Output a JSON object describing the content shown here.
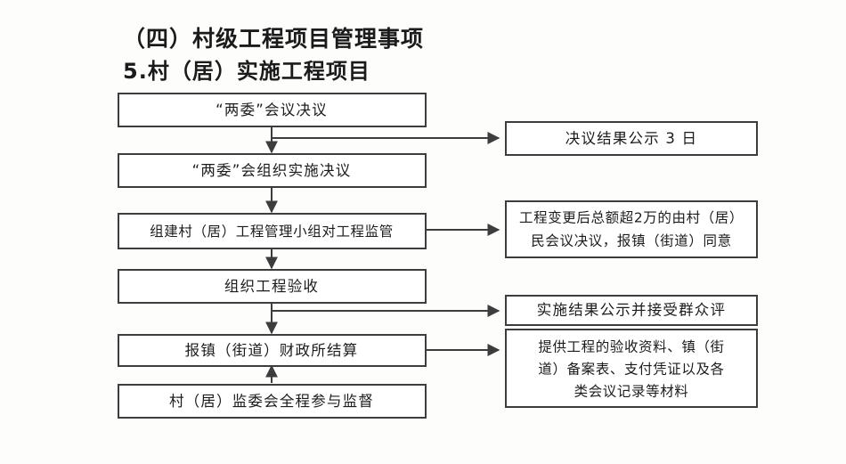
{
  "document": {
    "heading_primary": "（四）村级工程项目管理事项",
    "heading_secondary": "5.村（居）实施工程项目"
  },
  "chart_data": {
    "type": "diagram",
    "title": "（四）村级工程项目管理事项 — 5.村（居）实施工程项目",
    "orientation": "vertical-with-side-notes",
    "main_flow": [
      {
        "id": "n1",
        "label": "“两委”会议决议"
      },
      {
        "id": "n2",
        "label": "“两委”会组织实施决议"
      },
      {
        "id": "n3",
        "label": "组建村（居）工程管理小组对工程监管"
      },
      {
        "id": "n4",
        "label": "组织工程验收"
      },
      {
        "id": "n5",
        "label": "报镇（街道）财政所结算"
      },
      {
        "id": "n6",
        "label": "村（居）监委会全程参与监督"
      }
    ],
    "side_notes": [
      {
        "id": "s1",
        "lines": [
          "决议结果公示 3 日"
        ]
      },
      {
        "id": "s2",
        "lines": [
          "工程变更后总额超2万的由村（居）",
          "民会议决议，报镇（街道）同意"
        ]
      },
      {
        "id": "s3",
        "lines": [
          "实施结果公示并接受群众评"
        ]
      },
      {
        "id": "s4",
        "lines": [
          "提供工程的验收资料、镇（街",
          "道）备案表、支付凭证以及各",
          "类会议记录等材料"
        ]
      }
    ],
    "edges": [
      {
        "from": "n1",
        "to": "n2",
        "direction": "down"
      },
      {
        "from": "n1-n2-link",
        "to": "s1",
        "direction": "right"
      },
      {
        "from": "n2",
        "to": "n3",
        "direction": "down"
      },
      {
        "from": "n3",
        "to": "s2",
        "direction": "right"
      },
      {
        "from": "n3",
        "to": "n4",
        "direction": "down"
      },
      {
        "from": "n4-n5-link",
        "to": "s3",
        "direction": "right"
      },
      {
        "from": "n4",
        "to": "n5",
        "direction": "down"
      },
      {
        "from": "n5",
        "to": "s4",
        "direction": "right"
      },
      {
        "from": "n6",
        "to": "n5",
        "direction": "up"
      }
    ],
    "colors": {
      "stroke": "#3d3d3d",
      "fill": "#ffffff",
      "text": "#1c1c1c",
      "background": "#fdfdfb"
    }
  }
}
